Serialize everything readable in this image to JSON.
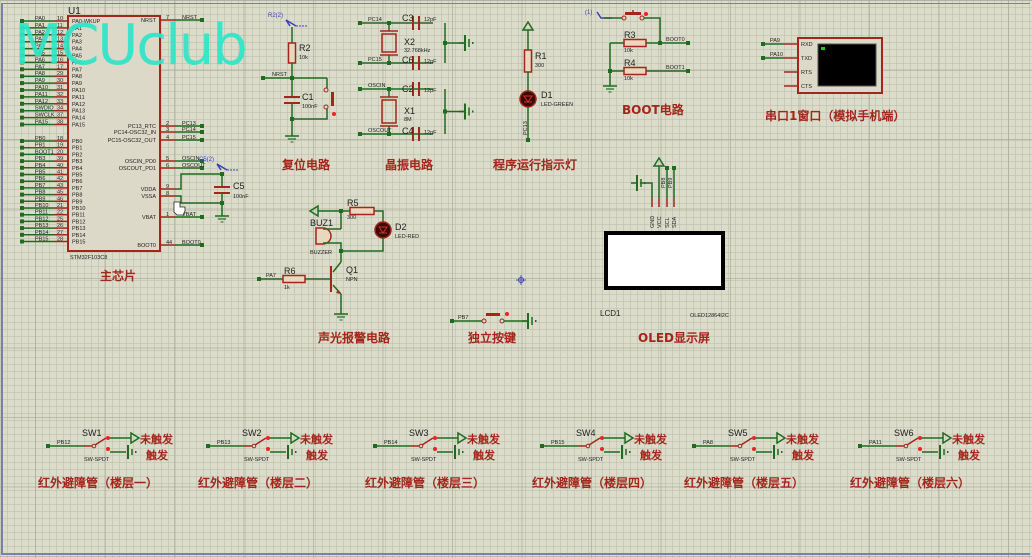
{
  "watermark": "MCUclub",
  "mcu": {
    "ref": "U1",
    "part": "STM32F103C8",
    "caption": "主芯片",
    "left_pins": [
      {
        "net": "PA0",
        "num": "10",
        "name": "PA0-WKUP"
      },
      {
        "net": "PA1",
        "num": "11",
        "name": "PA1"
      },
      {
        "net": "PA2",
        "num": "12",
        "name": "PA2"
      },
      {
        "net": "PA3",
        "num": "13",
        "name": "PA3"
      },
      {
        "net": "PA4",
        "num": "14",
        "name": "PA4"
      },
      {
        "net": "PA5",
        "num": "15",
        "name": "PA5"
      },
      {
        "net": "PA6",
        "num": "16",
        "name": "PA6"
      },
      {
        "net": "PA7",
        "num": "17",
        "name": "PA7"
      },
      {
        "net": "PA8",
        "num": "29",
        "name": "PA8"
      },
      {
        "net": "PA9",
        "num": "30",
        "name": "PA9"
      },
      {
        "net": "PA10",
        "num": "31",
        "name": "PA10"
      },
      {
        "net": "PA11",
        "num": "32",
        "name": "PA11"
      },
      {
        "net": "PA12",
        "num": "33",
        "name": "PA12"
      },
      {
        "net": "SWDIO",
        "num": "34",
        "name": "PA13"
      },
      {
        "net": "SWCLK",
        "num": "37",
        "name": "PA14"
      },
      {
        "net": "PA15",
        "num": "38",
        "name": "PA15"
      },
      {
        "net": "PB0",
        "num": "18",
        "name": "PB0"
      },
      {
        "net": "PB1",
        "num": "19",
        "name": "PB1"
      },
      {
        "net": "BOOT1",
        "num": "20",
        "name": "PB2"
      },
      {
        "net": "PB3",
        "num": "39",
        "name": "PB3"
      },
      {
        "net": "PB4",
        "num": "40",
        "name": "PB4"
      },
      {
        "net": "PB5",
        "num": "41",
        "name": "PB5"
      },
      {
        "net": "PB6",
        "num": "42",
        "name": "PB6"
      },
      {
        "net": "PB7",
        "num": "43",
        "name": "PB7"
      },
      {
        "net": "PB8",
        "num": "45",
        "name": "PB8"
      },
      {
        "net": "PB9",
        "num": "46",
        "name": "PB9"
      },
      {
        "net": "PB10",
        "num": "21",
        "name": "PB10"
      },
      {
        "net": "PB11",
        "num": "22",
        "name": "PB11"
      },
      {
        "net": "PB12",
        "num": "25",
        "name": "PB12"
      },
      {
        "net": "PB13",
        "num": "26",
        "name": "PB13"
      },
      {
        "net": "PB14",
        "num": "27",
        "name": "PB14"
      },
      {
        "net": "PB15",
        "num": "28",
        "name": "PB15"
      }
    ],
    "right_pins": [
      {
        "name": "NRST",
        "num": "7",
        "net": "NRST"
      },
      {
        "name": "PC13_RTC",
        "num": "2",
        "net": "PC13"
      },
      {
        "name": "PC14-OSC32_IN",
        "num": "3",
        "net": "PC14"
      },
      {
        "name": "PC15-OSC32_OUT",
        "num": "4",
        "net": "PC15"
      },
      {
        "name": "OSCIN_PD0",
        "num": "5",
        "net": "OSCIN"
      },
      {
        "name": "OSCOUT_PD1",
        "num": "6",
        "net": "OSCOUT"
      },
      {
        "name": "VDDA",
        "num": "9",
        "net": ""
      },
      {
        "name": "VSSA",
        "num": "8",
        "net": ""
      },
      {
        "name": "VBAT",
        "num": "1",
        "net": "VBAT"
      },
      {
        "name": "BOOT0",
        "num": "44",
        "net": "BOOT0"
      }
    ],
    "c5": {
      "ref": "C5",
      "value": "100nF",
      "probe": "C5(2)"
    }
  },
  "reset": {
    "caption": "复位电路",
    "r_ref": "R2",
    "r_val": "10k",
    "c_ref": "C1",
    "c_val": "100nF",
    "net": "NRST",
    "probe": "R2(2)"
  },
  "crystal": {
    "caption": "晶振电路",
    "x2": {
      "ref": "X2",
      "val": "32.768kHz",
      "net1": "PC14",
      "net2": "PC15"
    },
    "x1": {
      "ref": "X1",
      "val": "8M",
      "net1": "OSCIN",
      "net2": "OSCOUT"
    },
    "caps": [
      {
        "ref": "C3",
        "val": "12pF"
      },
      {
        "ref": "C6",
        "val": "12pF"
      },
      {
        "ref": "C2",
        "val": "12pF"
      },
      {
        "ref": "C4",
        "val": "12pF"
      }
    ]
  },
  "led_run": {
    "caption": "程序运行指示灯",
    "r_ref": "R1",
    "r_val": "300",
    "d_ref": "D1",
    "d_val": "LED-GREEN",
    "net": "PC13"
  },
  "boot": {
    "caption": "BOOT电路",
    "r3_ref": "R3",
    "r3_val": "10k",
    "r4_ref": "R4",
    "r4_val": "10k",
    "net0": "BOOT0",
    "net1": "BOOT1",
    "probe": "(1)"
  },
  "uart": {
    "caption": "串口1窗口（模拟手机端）",
    "pins": [
      "RXD",
      "TXD",
      "RTS",
      "CTS"
    ],
    "nets": [
      "PA9",
      "PA10"
    ]
  },
  "alarm": {
    "caption": "声光报警电路",
    "buz_ref": "BUZ1",
    "buz_val": "BUZZER",
    "r5_ref": "R5",
    "r5_val": "300",
    "d2_ref": "D2",
    "d2_val": "LED-RED",
    "q_ref": "Q1",
    "q_val": "NPN",
    "r6_ref": "R6",
    "r6_val": "1k",
    "net": "PA7"
  },
  "key": {
    "caption": "独立按键",
    "net": "PB7"
  },
  "oled": {
    "caption": "OLED显示屏",
    "ref": "LCD1",
    "part": "OLED12864I2C",
    "pins": [
      "GND",
      "VCC",
      "SCL",
      "SDA"
    ],
    "nets": [
      "PB8",
      "PB9"
    ]
  },
  "switches": [
    {
      "ref": "SW1",
      "part": "SW-SPDT",
      "net": "PB12",
      "off": "未触发",
      "on": "触发",
      "caption": "红外避障管（楼层一）"
    },
    {
      "ref": "SW2",
      "part": "SW-SPDT",
      "net": "PB13",
      "off": "未触发",
      "on": "触发",
      "caption": "红外避障管（楼层二）"
    },
    {
      "ref": "SW3",
      "part": "SW-SPDT",
      "net": "PB14",
      "off": "未触发",
      "on": "触发",
      "caption": "红外避障管（楼层三）"
    },
    {
      "ref": "SW4",
      "part": "SW-SPDT",
      "net": "PB15",
      "off": "未触发",
      "on": "触发",
      "caption": "红外避障管（楼层四）"
    },
    {
      "ref": "SW5",
      "part": "SW-SPDT",
      "net": "PA8",
      "off": "未触发",
      "on": "触发",
      "caption": "红外避障管（楼层五）"
    },
    {
      "ref": "SW6",
      "part": "SW-SPDT",
      "net": "PA11",
      "off": "未触发",
      "on": "触发",
      "caption": "红外避障管（楼层六）"
    }
  ],
  "colors": {
    "wire": "#1f6b1f",
    "body": "#a3261b",
    "caption": "#a3261b",
    "probe": "#3b3fb8",
    "watermark": "#2ee6c8"
  }
}
